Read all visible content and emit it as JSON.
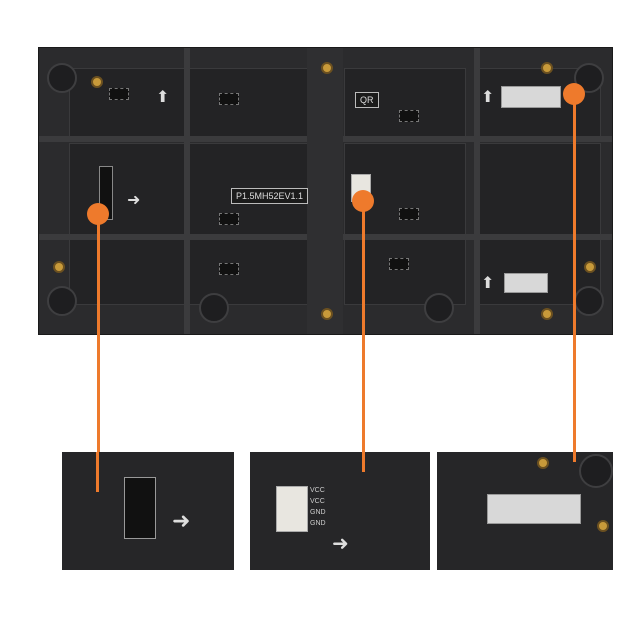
{
  "image": {
    "subject": "led-module-back",
    "accent_color": "#ee7a2c",
    "board": {
      "model_label": "P1.5MH52EV1.1",
      "qr_label": "QR"
    },
    "callouts": [
      {
        "name": "data-connector"
      },
      {
        "name": "power-connector",
        "pins": [
          "VCC",
          "VCC",
          "GND",
          "GND"
        ]
      },
      {
        "name": "product-sticker"
      }
    ]
  }
}
